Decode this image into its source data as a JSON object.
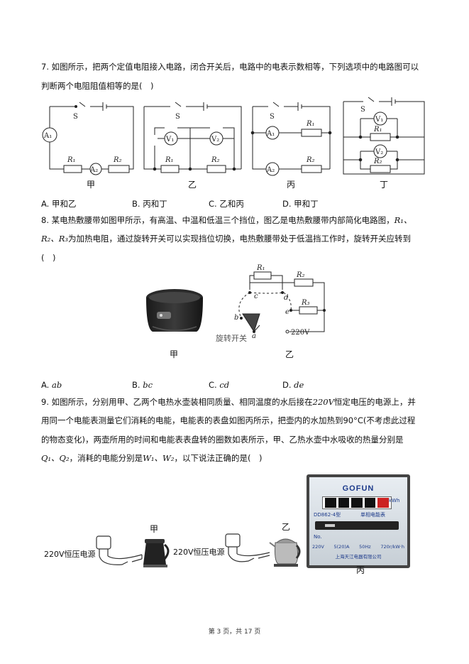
{
  "q7": {
    "line1": "7. 如图所示，把两个定值电阻接入电路，闭合开关后，电路中的电表示数相等，下列选项中的电路图可以",
    "line2": "判断两个电阻阻值相等的是(　)",
    "captions": [
      "甲",
      "乙",
      "丙",
      "丁"
    ],
    "options": [
      "A. 甲和乙",
      "B. 丙和丁",
      "C. 乙和丙",
      "D. 甲和丁"
    ],
    "switch_label": "S",
    "labels": {
      "a1": "A₁",
      "a2": "A₂",
      "v1": "V₁",
      "v2": "V₂",
      "r1": "R₁",
      "r2": "R₂"
    }
  },
  "q8": {
    "line1": "8. 某电热敷腰带如图甲所示，有高温、中温和低温三个挡位，图乙是电热敷腰带内部简化电路图，",
    "line1_tail": "R₁、",
    "line2_head": "R₂、R₃",
    "line2": "为加热电阻，通过旋转开关可以实现挡位切换，电热敷腰带处于低温挡工作时，旋转开关应转到",
    "line3": "(　)",
    "caption_jia": "甲",
    "caption_yi": "乙",
    "rotary_label": "旋转开关",
    "voltage_label": "220V",
    "points": [
      "a",
      "b",
      "c",
      "d",
      "e"
    ],
    "resistors": [
      "R₁",
      "R₂",
      "R₃"
    ],
    "options": [
      "A. ",
      "B. ",
      "C. ",
      "D. "
    ],
    "option_vars": [
      "ab",
      "bc",
      "cd",
      "de"
    ]
  },
  "q9": {
    "line1a": "9. 如图所示，分别用甲、乙两个电热水壶装相同质量、相同温度的水后接在",
    "line1b": "220V",
    "line1c": "恒定电压的电源上，并",
    "line2": "用同一个电能表测量它们消耗的电能，电能表的表盘如图丙所示，把壶内的水加热到90°C(不考虑此过程",
    "line3": "的物态变化)，两壶所用的时间和电能表表盘转的圈数如表所示，甲、乙热水壶中水吸收的热量分别是",
    "line4a": "Q₁、Q₂",
    "line4b": "，消耗的电能分别是",
    "line4c": "W₁、W₂",
    "line4d": "，以下说法正确的是(　)",
    "source_label": "220V恒压电源",
    "caption_jia": "甲",
    "caption_yi": "乙",
    "caption_bing": "丙",
    "meter": {
      "brand": "GOFUN",
      "unit": "kWh",
      "model": "DD862-4型",
      "type": "单相电能表",
      "no": "No.",
      "specs": [
        "220V",
        "5(20)A",
        "50Hz",
        "720r/kW·h"
      ],
      "maker": "上海天江电器有限公司"
    }
  },
  "footer": "第 3 页，共 17 页"
}
